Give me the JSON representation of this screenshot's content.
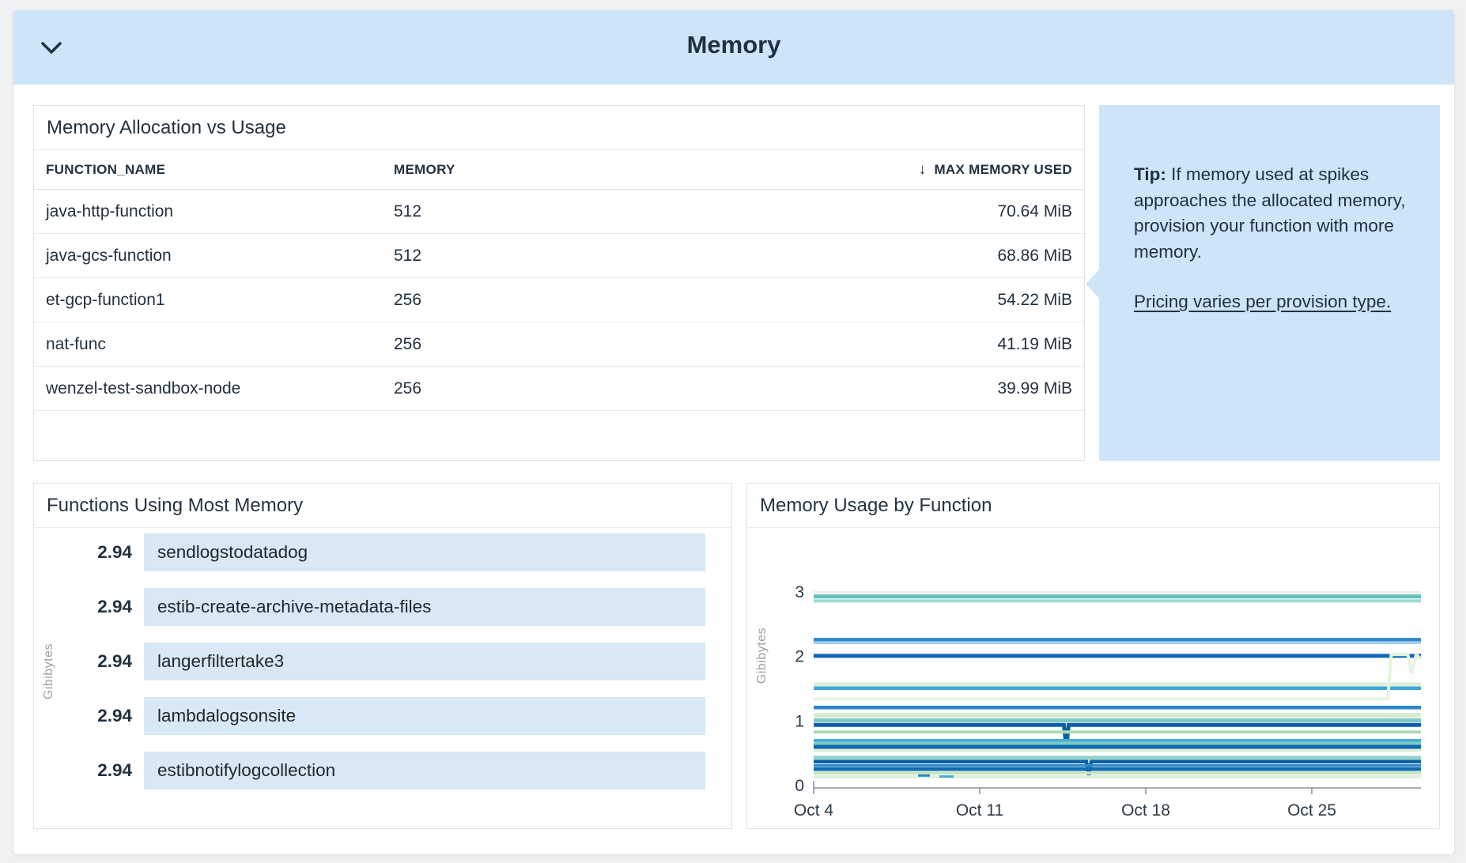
{
  "header": {
    "title": "Memory"
  },
  "allocation_table": {
    "title": "Memory Allocation vs Usage",
    "columns": [
      "FUNCTION_NAME",
      "MEMORY",
      "MAX MEMORY USED"
    ],
    "sort_icon": "↓",
    "sort": {
      "column": "MAX MEMORY USED",
      "direction": "desc"
    },
    "rows": [
      [
        "java-http-function",
        "512",
        "70.64 MiB"
      ],
      [
        "java-gcs-function",
        "512",
        "68.86 MiB"
      ],
      [
        "et-gcp-function1",
        "256",
        "54.22 MiB"
      ],
      [
        "nat-func",
        "256",
        "41.19 MiB"
      ],
      [
        "wenzel-test-sandbox-node",
        "256",
        "39.99 MiB"
      ]
    ]
  },
  "tip": {
    "label": "Tip:",
    "text": " If memory used at spikes approaches the allocated memory, provision your function with more memory.",
    "link": "Pricing varies per provision type."
  },
  "chart_data": [
    {
      "type": "bar",
      "orientation": "horizontal",
      "title": "Functions Using Most Memory",
      "ylabel": "Gibibytes",
      "categories": [
        "sendlogstodatadog",
        "estib-create-archive-metadata-files",
        "langerfiltertake3",
        "lambdalogsonsite",
        "estibnotifylogcollection"
      ],
      "values": [
        2.94,
        2.94,
        2.94,
        2.94,
        2.94
      ],
      "value_labels": [
        "2.94",
        "2.94",
        "2.94",
        "2.94",
        "2.94"
      ],
      "bar_color": "#d8e9f5",
      "xlim": [
        0,
        2.94
      ]
    },
    {
      "type": "line",
      "title": "Memory Usage by Function",
      "ylabel": "Gibibytes",
      "xlabel": "",
      "x_unit": "days since Oct 4",
      "xlim": [
        0,
        25.6
      ],
      "ylim": [
        0,
        3
      ],
      "grid": "top-gridline-only",
      "legend": "none",
      "xticks": [
        {
          "d": 0,
          "label": "Oct 4"
        },
        {
          "d": 7,
          "label": "Oct 11"
        },
        {
          "d": 14,
          "label": "Oct 18"
        },
        {
          "d": 21,
          "label": "Oct 25"
        }
      ],
      "yticks": [
        0,
        1,
        2,
        3
      ],
      "series": [
        {
          "color": "#63c1b8",
          "width": 5,
          "points": [
            [
              0,
              2.93
            ],
            [
              25.6,
              2.93
            ]
          ]
        },
        {
          "color": "#9edad2",
          "width": 4,
          "points": [
            [
              0,
              2.86
            ],
            [
              25.6,
              2.86
            ]
          ]
        },
        {
          "color": "#2e87c8",
          "width": 4.5,
          "points": [
            [
              0,
              2.26
            ],
            [
              25.6,
              2.26
            ]
          ]
        },
        {
          "color": "#a3cfe9",
          "width": 3,
          "points": [
            [
              0,
              2.21
            ],
            [
              25.6,
              2.21
            ]
          ]
        },
        {
          "color": "#0e69b2",
          "width": 5,
          "points": [
            [
              0,
              2.01
            ],
            [
              25.6,
              2.01
            ]
          ]
        },
        {
          "color": "#d9eed2",
          "width": 4,
          "points": [
            [
              0,
              1.57
            ],
            [
              25.6,
              1.57
            ]
          ]
        },
        {
          "color": "#42a4d8",
          "width": 4.5,
          "points": [
            [
              0,
              1.51
            ],
            [
              25.6,
              1.51
            ]
          ]
        },
        {
          "color": "#e6f4df",
          "width": 4,
          "points": [
            [
              0,
              1.34
            ],
            [
              24.2,
              1.34
            ],
            [
              24.35,
              2.03
            ],
            [
              25.05,
              2.03
            ],
            [
              25.2,
              1.73
            ],
            [
              25.4,
              2.03
            ],
            [
              25.6,
              1.96
            ]
          ]
        },
        {
          "color": "#2e87c8",
          "width": 4.5,
          "points": [
            [
              0,
              1.21
            ],
            [
              25.6,
              1.21
            ]
          ]
        },
        {
          "color": "#d5ecd0",
          "width": 6,
          "points": [
            [
              0,
              1.09
            ],
            [
              25.6,
              1.09
            ]
          ]
        },
        {
          "color": "#7ccac2",
          "width": 5,
          "points": [
            [
              0,
              1.01
            ],
            [
              25.6,
              1.01
            ]
          ]
        },
        {
          "color": "#0b5fa8",
          "width": 5,
          "points": [
            [
              0,
              0.94
            ],
            [
              10.55,
              0.94
            ],
            [
              10.65,
              0.57
            ],
            [
              10.75,
              0.94
            ],
            [
              25.6,
              0.94
            ]
          ]
        },
        {
          "color": "#aedcb4",
          "width": 4,
          "points": [
            [
              0,
              0.83
            ],
            [
              25.6,
              0.83
            ]
          ]
        },
        {
          "color": "#49aad8",
          "width": 3.5,
          "points": [
            [
              0,
              0.7
            ],
            [
              25.6,
              0.7
            ]
          ]
        },
        {
          "color": "#7ccac2",
          "width": 4,
          "points": [
            [
              0,
              0.655
            ],
            [
              25.6,
              0.655
            ]
          ]
        },
        {
          "color": "#0f6ab2",
          "width": 5,
          "points": [
            [
              0,
              0.6
            ],
            [
              25.6,
              0.6
            ]
          ]
        },
        {
          "color": "#dcefd5",
          "width": 4,
          "points": [
            [
              0,
              0.545
            ],
            [
              25.6,
              0.545
            ]
          ]
        },
        {
          "color": "#8fd2c8",
          "width": 5,
          "points": [
            [
              0,
              0.43
            ],
            [
              25.6,
              0.43
            ]
          ]
        },
        {
          "color": "#0b5fa8",
          "width": 4.5,
          "points": [
            [
              0,
              0.37
            ],
            [
              11.5,
              0.37
            ],
            [
              11.6,
              0.15
            ],
            [
              11.7,
              0.37
            ],
            [
              25.6,
              0.37
            ]
          ]
        },
        {
          "color": "#2e87c8",
          "width": 3.5,
          "points": [
            [
              0,
              0.31
            ],
            [
              25.6,
              0.31
            ]
          ]
        },
        {
          "color": "#0f6ab2",
          "width": 4.5,
          "points": [
            [
              0,
              0.255
            ],
            [
              25.6,
              0.255
            ]
          ]
        },
        {
          "color": "#c5e6c3",
          "width": 4,
          "points": [
            [
              0,
              0.195
            ],
            [
              25.6,
              0.195
            ]
          ]
        },
        {
          "color": "#e0f0da",
          "width": 4,
          "points": [
            [
              0,
              0.135
            ],
            [
              25.6,
              0.135
            ]
          ]
        },
        {
          "color": "#2e87c8",
          "width": 3,
          "points": [
            [
              4.4,
              0.155
            ],
            [
              4.9,
              0.155
            ]
          ]
        },
        {
          "color": "#49aad8",
          "width": 3,
          "points": [
            [
              5.3,
              0.14
            ],
            [
              5.9,
              0.14
            ]
          ]
        }
      ]
    }
  ],
  "colors": {
    "accent_blue": "#cde4f9",
    "bar_blue": "#d8e9f5",
    "text_dark": "#22313f",
    "panel_border": "#e1e3e6",
    "axis_gray": "#8b9096",
    "label_gray": "#9ba1a6"
  }
}
